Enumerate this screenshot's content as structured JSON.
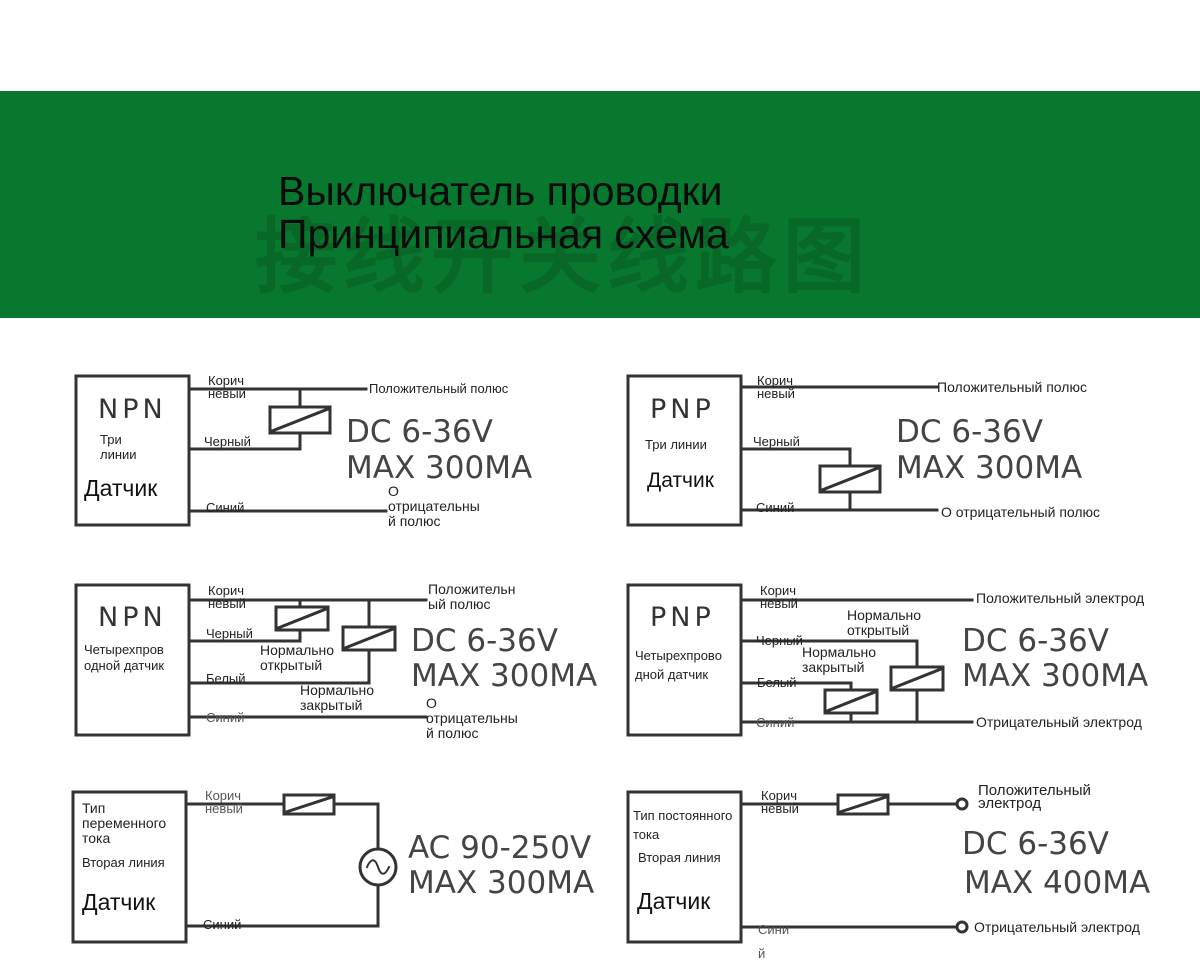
{
  "banner": {
    "title_line1": "Выключатель проводки",
    "title_line2": "Принципиальная схема",
    "watermark": "接线开关线路图",
    "color": "#09782f"
  },
  "d1": {
    "type": "NPN",
    "lines": "Три\nлинии",
    "sensor": "Датчик",
    "wire_brown": "Корич\nневый",
    "wire_black": "Черный",
    "wire_blue": "Синий",
    "positive": "Положительный полюс",
    "negative": "О\nотрицательны\nй полюс",
    "spec1": "DC 6-36V",
    "spec2": "MAX 300MA"
  },
  "d2": {
    "type": "PNP",
    "lines": "Три линии",
    "sensor": "Датчик",
    "wire_brown": "Корич\nневый",
    "wire_black": "Черный",
    "wire_blue": "Синий",
    "positive": "Положительный полюс",
    "negative": "О отрицательный полюс",
    "spec1": "DC 6-36V",
    "spec2": "MAX 300MA"
  },
  "d3": {
    "type": "NPN",
    "desc": "Четырехпров\nодной датчик",
    "wire_brown": "Корич\nневый",
    "wire_black": "Черный",
    "wire_white": "Белый",
    "wire_blue": "Синий",
    "positive": "Положительн\nый полюс",
    "negative": "О\nотрицательны\nй полюс",
    "normally_open": "Нормально\nоткрытый",
    "normally_closed": "Нормально\nзакрытый",
    "spec1": "DC 6-36V",
    "spec2": "MAX 300MA"
  },
  "d4": {
    "type": "PNP",
    "desc": "Четырехпрово\nдной датчик",
    "wire_brown": "Корич\nневый",
    "wire_black": "Черный",
    "wire_white": "Белый",
    "wire_blue": "Синий",
    "positive": "Положительный электрод",
    "negative": "Отрицательный электрод",
    "normally_open": "Нормально\nоткрытый",
    "normally_closed": "Нормально\nзакрытый",
    "spec1": "DC 6-36V",
    "spec2": "MAX 300MA"
  },
  "d5": {
    "type_label": "Тип\nпеременного\nтока",
    "line": "Вторая линия",
    "sensor": "Датчик",
    "wire_brown": "Корич\nневый",
    "wire_blue": "Синий",
    "spec1": "AC 90-250V",
    "spec2": "MAX 300MA"
  },
  "d6": {
    "type_label": "Тип постоянного\nтока",
    "line": "Вторая линия",
    "sensor": "Датчик",
    "wire_brown": "Корич\nневый",
    "wire_blue": "Сини\nй",
    "positive": "Положительный\nэлектрод",
    "negative": "Отрицательный электрод",
    "spec1": "DC 6-36V",
    "spec2": "MAX 400MA"
  }
}
